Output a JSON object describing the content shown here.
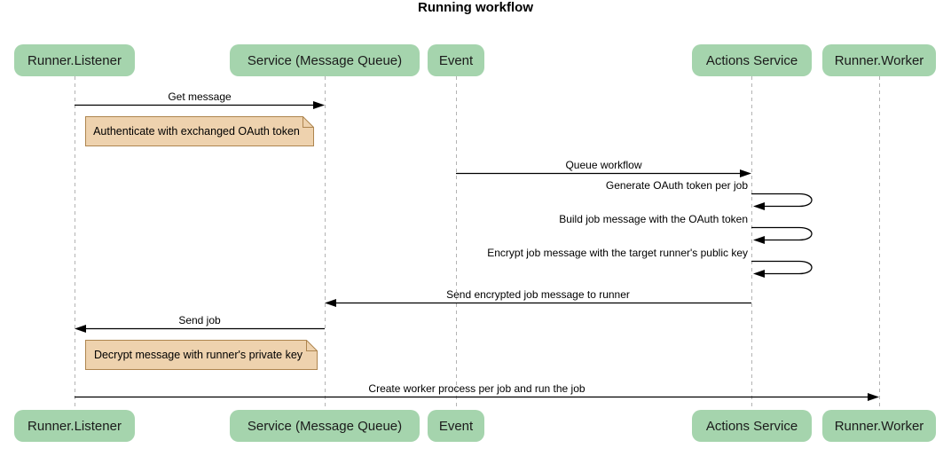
{
  "title": "Running workflow",
  "diagram_type": "sequence-diagram",
  "participants": [
    {
      "label": "Runner.Listener"
    },
    {
      "label": "Service (Message Queue)"
    },
    {
      "label": "Event"
    },
    {
      "label": "Actions Service"
    },
    {
      "label": "Runner.Worker"
    }
  ],
  "messages": [
    {
      "kind": "arrow",
      "from": "Runner.Listener",
      "to": "Service (Message Queue)",
      "label": "Get message"
    },
    {
      "kind": "note",
      "over": "Runner.Listener, Service (Message Queue)",
      "label": "Authenticate with exchanged OAuth token"
    },
    {
      "kind": "arrow",
      "from": "Event",
      "to": "Actions Service",
      "label": "Queue workflow"
    },
    {
      "kind": "self",
      "from": "Actions Service",
      "to": "Actions Service",
      "label": "Generate OAuth token per job"
    },
    {
      "kind": "self",
      "from": "Actions Service",
      "to": "Actions Service",
      "label": "Build job message with the OAuth token"
    },
    {
      "kind": "self",
      "from": "Actions Service",
      "to": "Actions Service",
      "label": "Encrypt job message with the target runner's public key"
    },
    {
      "kind": "arrow",
      "from": "Actions Service",
      "to": "Service (Message Queue)",
      "label": "Send encrypted job message to runner"
    },
    {
      "kind": "arrow",
      "from": "Service (Message Queue)",
      "to": "Runner.Listener",
      "label": "Send job"
    },
    {
      "kind": "note",
      "over": "Runner.Listener, Service (Message Queue)",
      "label": "Decrypt message with runner's private key"
    },
    {
      "kind": "arrow",
      "from": "Runner.Listener",
      "to": "Runner.Worker",
      "label": "Create worker process per job and run the job"
    }
  ],
  "colors": {
    "participant_fill": "#a5d4ad",
    "note_fill": "#eed2ae",
    "note_border": "#ae854f",
    "line": "#000000",
    "lifeline": "#b3b3b3",
    "background": "#ffffff",
    "text": "#000000"
  }
}
